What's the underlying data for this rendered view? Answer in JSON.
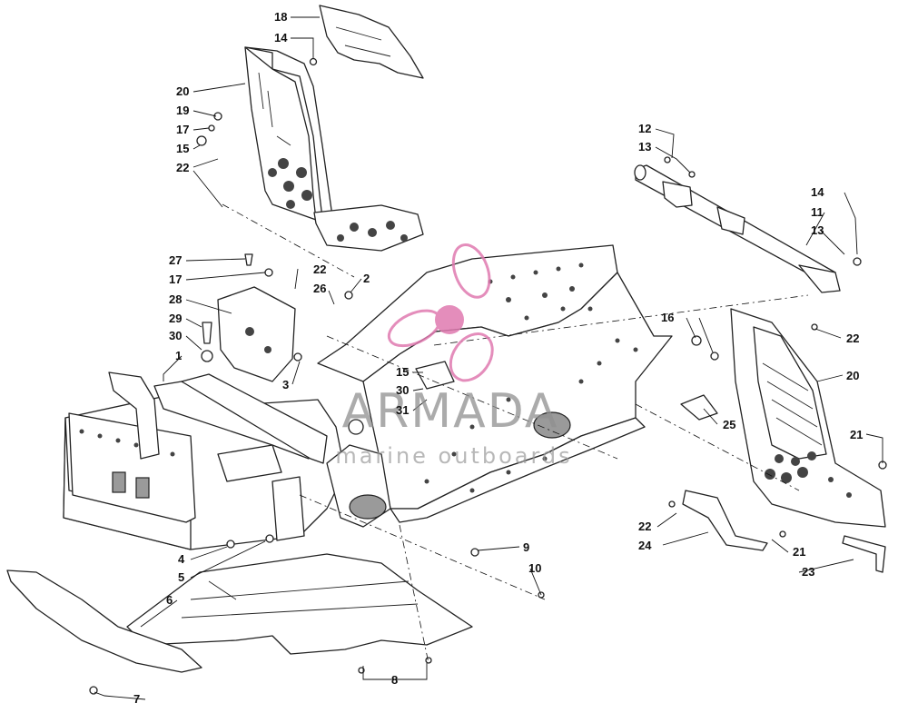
{
  "watermark": {
    "brand": "ARMADA",
    "tagline": "marine outboards",
    "accent_color": "#e07ab0"
  },
  "callouts": {
    "c1": "1",
    "c2": "2",
    "c3": "3",
    "c4": "4",
    "c5": "5",
    "c6": "6",
    "c7": "7",
    "c8": "8",
    "c9": "9",
    "c10": "10",
    "c11": "11",
    "c12": "12",
    "c13a": "13",
    "c13b": "13",
    "c14a": "14",
    "c14b": "14",
    "c15a": "15",
    "c15b": "15",
    "c16": "16",
    "c17a": "17",
    "c17b": "17",
    "c18": "18",
    "c19": "19",
    "c20a": "20",
    "c20b": "20",
    "c21a": "21",
    "c21b": "21",
    "c22a": "22",
    "c22b": "22",
    "c22c": "22",
    "c22d": "22",
    "c23": "23",
    "c24": "24",
    "c25": "25",
    "c26": "26",
    "c27": "27",
    "c28": "28",
    "c29": "29",
    "c30a": "30",
    "c30b": "30",
    "c31": "31"
  }
}
